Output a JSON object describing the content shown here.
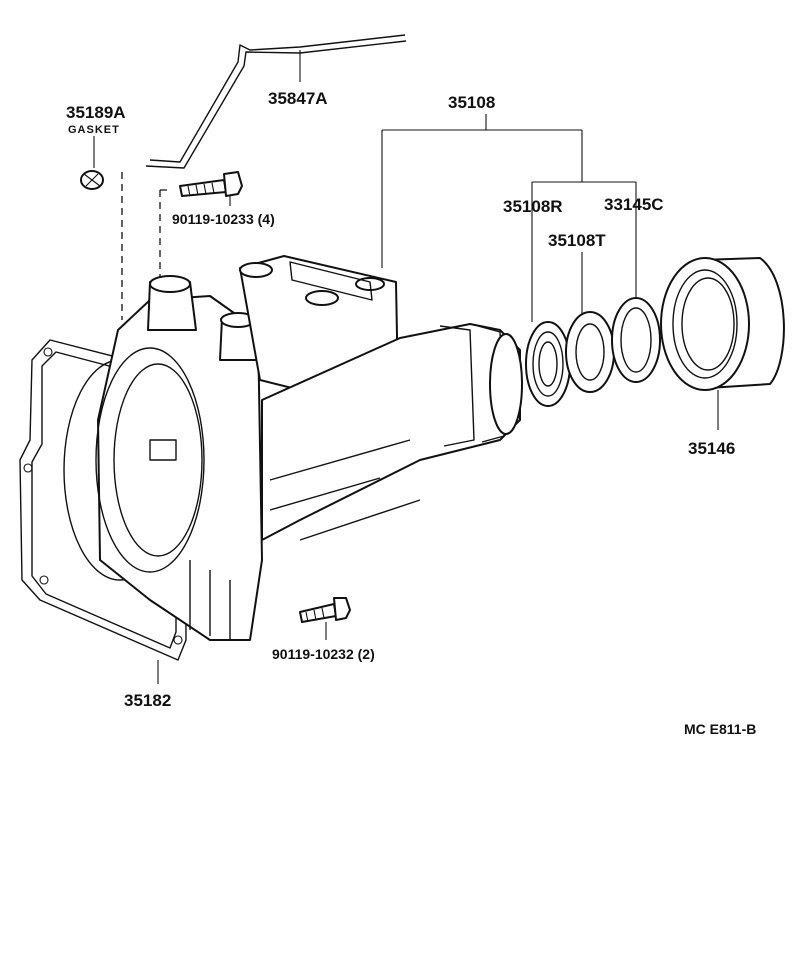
{
  "labels": {
    "breather_tube": "35847A",
    "gasket_part": "35189A",
    "gasket_caption": "GASKET",
    "extension_housing": "35108",
    "bolt_upper": "90119-10233 (4)",
    "seal_r": "35108R",
    "seal_c": "33145C",
    "bushing_t": "35108T",
    "dust_boot": "35146",
    "gasket_large": "35182",
    "bolt_lower": "90119-10232 (2)",
    "diagram_code": "MC  E811-B"
  }
}
